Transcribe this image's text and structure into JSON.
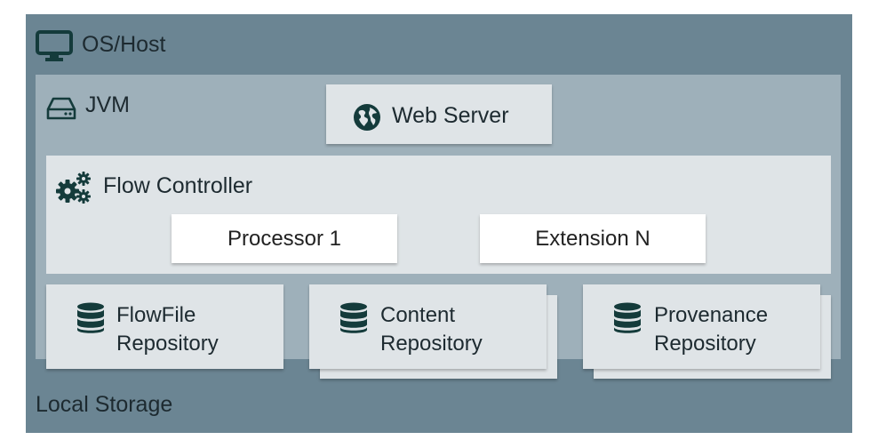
{
  "os": {
    "label": "OS/Host",
    "icon": "monitor-icon"
  },
  "jvm": {
    "label": "JVM",
    "icon": "hard-drive-icon"
  },
  "web_server": {
    "label": "Web Server",
    "icon": "globe-icon"
  },
  "flow_controller": {
    "label": "Flow Controller",
    "icon": "gears-icon",
    "components": [
      "Processor 1",
      "Extension N"
    ]
  },
  "repositories": [
    {
      "line1": "FlowFile",
      "line2": "Repository",
      "icon": "database-icon"
    },
    {
      "line1": "Content",
      "line2": "Repository",
      "icon": "database-icon"
    },
    {
      "line1": "Provenance",
      "line2": "Repository",
      "icon": "database-icon"
    }
  ],
  "local_storage": {
    "label": "Local Storage"
  },
  "colors": {
    "os_bg": "#6b8593",
    "jvm_bg": "#9eb0ba",
    "panel_bg": "#dfe4e7",
    "icon": "#1f4a4a"
  }
}
